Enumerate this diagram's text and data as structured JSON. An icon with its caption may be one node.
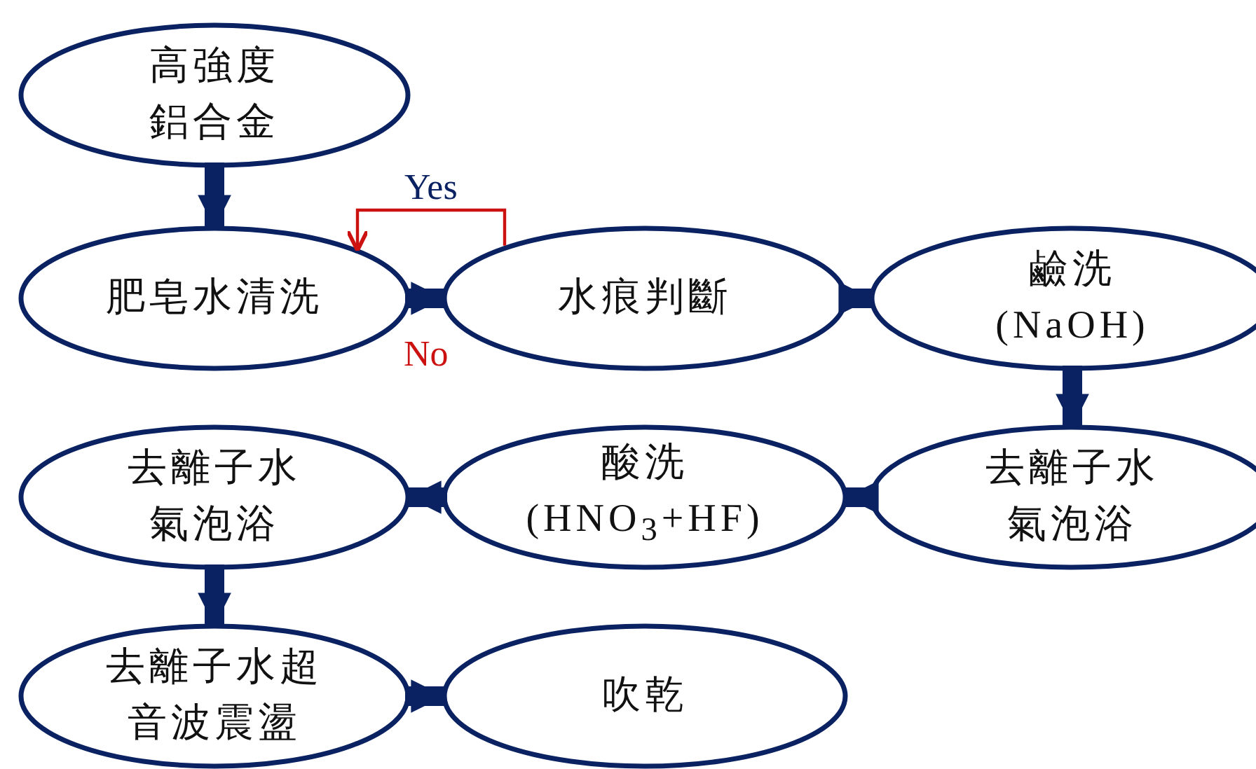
{
  "diagram": {
    "nodes": [
      {
        "text": [
          "高強度鋁合金"
        ]
      },
      {
        "text": [
          "肥皂水清洗"
        ]
      },
      {
        "text": [
          "水痕判斷"
        ]
      },
      {
        "text": [
          "鹼洗(NaOH)"
        ]
      },
      {
        "text": [
          "去離子水氣泡浴"
        ]
      },
      {
        "text": [
          "酸洗(HNO$_{3}$+HF)"
        ]
      },
      {
        "text": [
          "去離子水氣泡浴"
        ]
      },
      {
        "text": [
          "去離子水超音波震盪"
        ]
      },
      {
        "text": [
          "吹乾"
        ]
      }
    ],
    "edges": [
      {
        "from": 0,
        "to": 1,
        "arrow": "to"
      },
      {
        "from": 1,
        "to": 2,
        "arrow": "to",
        "label": "No"
      },
      {
        "from": 2,
        "to": 1,
        "arrow": "to",
        "label": "Yes",
        "color": "#cc1111"
      },
      {
        "from": 2,
        "to": 3,
        "arrow": "to"
      },
      {
        "from": 3,
        "to": 4,
        "arrow": "to"
      },
      {
        "from": 4,
        "to": 5,
        "arrow": "to"
      },
      {
        "from": 5,
        "to": 6,
        "arrow": "to"
      },
      {
        "from": 6,
        "to": 7,
        "arrow": "to"
      },
      {
        "from": 7,
        "to": 8,
        "arrow": "to"
      }
    ]
  }
}
